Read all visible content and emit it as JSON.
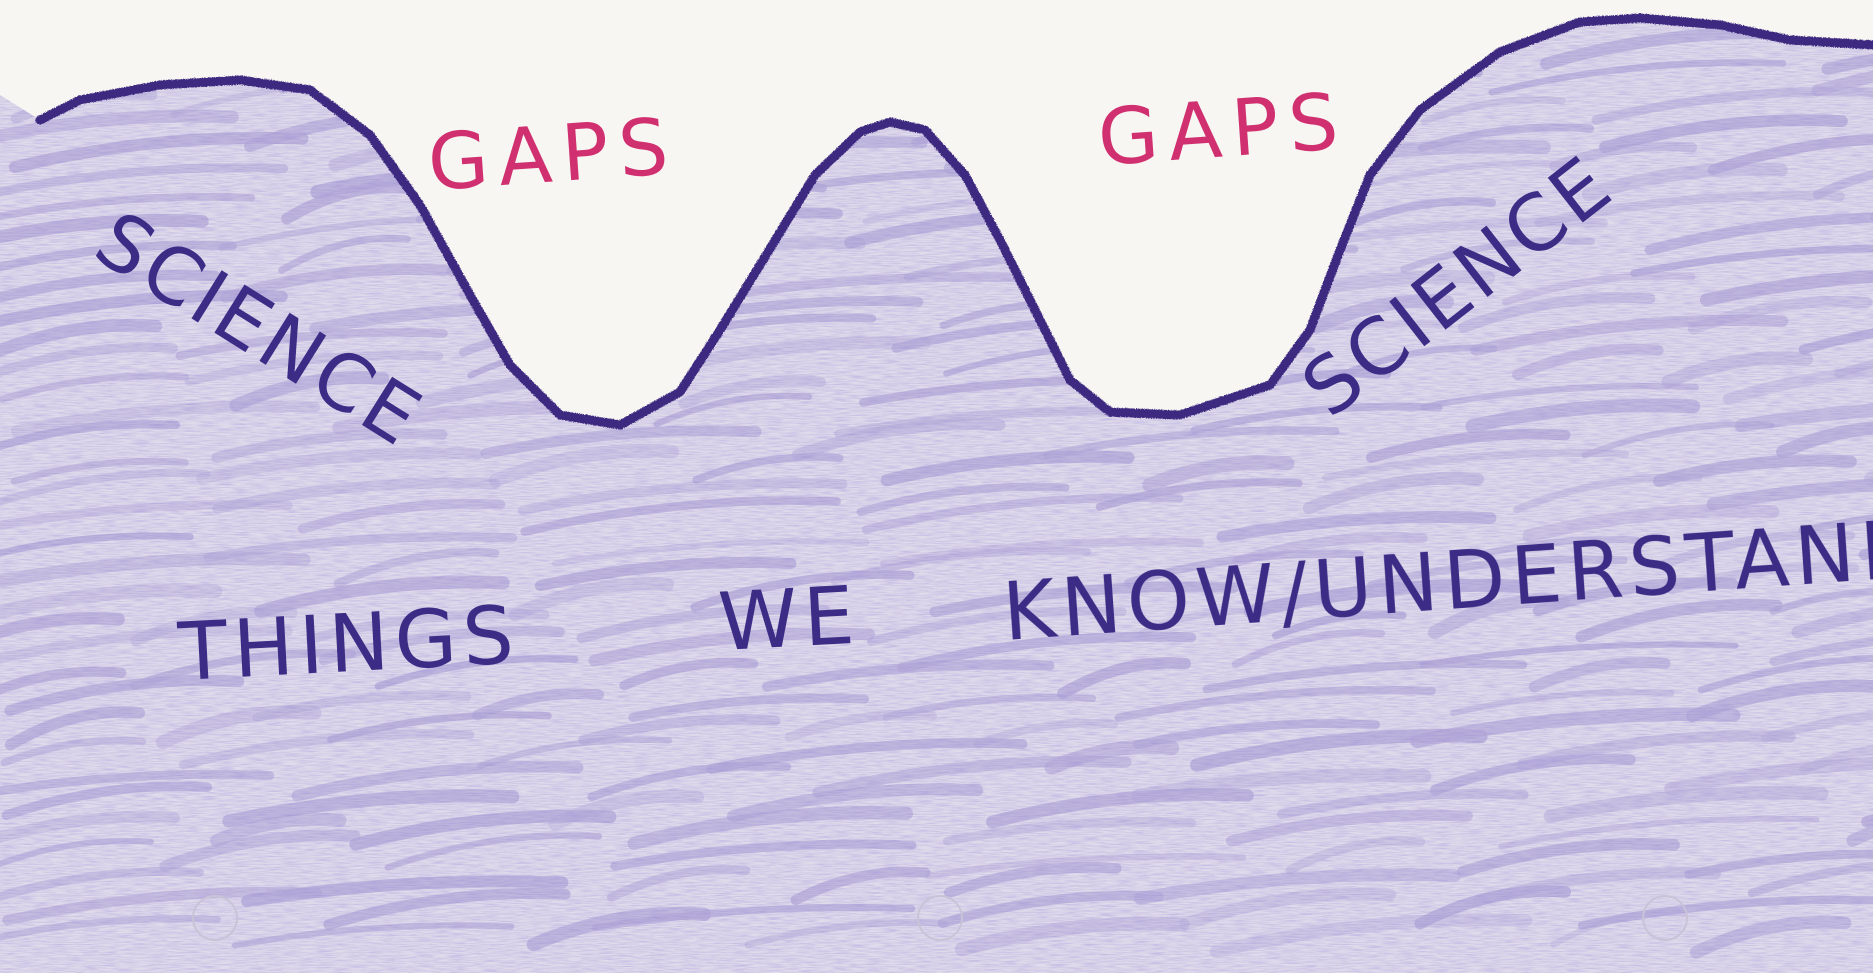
{
  "colors": {
    "paper": "#f8f6f3",
    "shading": "#8e80c9",
    "boundary_line": "#3d2c80",
    "science_text": "#3c2c86",
    "gaps_text": "#d0306f"
  },
  "labels": {
    "gaps_left": "GAPS",
    "gaps_right": "GAPS",
    "science_left": "SCIENCE",
    "science_right": "SCIENCE",
    "things": "THINGS",
    "we": "WE",
    "know_understand": "KNOW/UNDERSTAND"
  }
}
